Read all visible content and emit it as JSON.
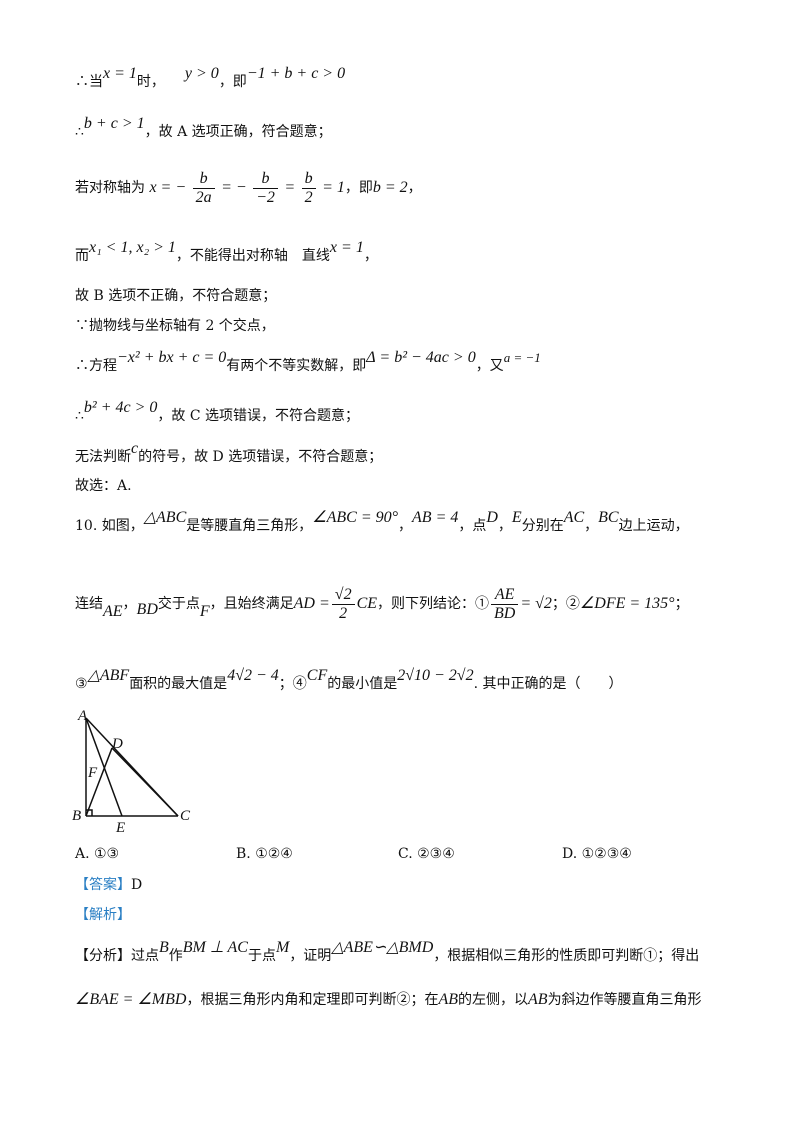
{
  "lines": {
    "l1": {
      "a": "∴当",
      "m1": "x = 1",
      "b": "时，",
      "m2": "y > 0",
      "c": "，即",
      "m3": "−1 + b + c > 0"
    },
    "l2": {
      "a": "∴",
      "m1": "b + c > 1",
      "b": "，故 A 选项正确，符合题意；"
    },
    "l3": {
      "a": "若对称轴为",
      "m1": "x = −",
      "f1n": "b",
      "f1d": "2a",
      "m2": "= −",
      "f2n": "b",
      "f2d": "−2",
      "m3": "=",
      "f3n": "b",
      "f3d": "2",
      "m4": "= 1",
      "b": "，即",
      "m5": "b = 2",
      "c": "，"
    },
    "l4": {
      "a": "而",
      "m1": "x₁ < 1, x₂ > 1",
      "b": "，不能得出对称轴　直线",
      "m2": "x = 1",
      "c": "，"
    },
    "l5": {
      "a": "故 B 选项不正确，不符合题意；"
    },
    "l6": {
      "a": "∵抛物线与坐标轴有 2 个交点，"
    },
    "l7": {
      "a": "∴方程",
      "m1": "−x² + bx + c = 0",
      "b": "有两个不等实数解，即",
      "m2": "Δ = b² − 4ac > 0",
      "c": "，又",
      "m3": "a = −1"
    },
    "l8": {
      "a": "∴",
      "m1": "b² + 4c > 0",
      "b": "，故 C 选项错误，不符合题意；"
    },
    "l9": {
      "a": "无法判断",
      "m1": "c",
      "b": "的符号，故 D 选项错误，不符合题意；"
    },
    "l10": {
      "a": "故选：A."
    }
  },
  "question": {
    "q1": {
      "a": "10. 如图，",
      "m1": "△ABC",
      "b": "是等腰直角三角形，",
      "m2": "∠ABC = 90°",
      "c": "，",
      "m3": "AB = 4",
      "d": "，点",
      "m4": "D",
      "e": "，",
      "m5": "E",
      "f": "分别在",
      "m6": "AC",
      "g": "，",
      "m7": "BC",
      "h": "边上运动，"
    },
    "q2": {
      "a": "连结",
      "m1": "AE",
      "b": "，",
      "m2": "BD",
      "c": "交于点",
      "m3": "F",
      "d": "，且始终满足",
      "m4": "AD =",
      "fn": "√2",
      "fd": "2",
      "m5": "CE",
      "e": "，则下列结论：①",
      "f2n": "AE",
      "f2d": "BD",
      "m6": "= √2",
      "f": "；②",
      "m7": "∠DFE = 135°",
      "g": "；"
    },
    "q3": {
      "a": "③",
      "m1": "△ABF",
      "b": "面积的最大值是",
      "m2": "4√2 − 4",
      "c": "；④",
      "m3": "CF",
      "d": "的最小值是",
      "m4": "2√10 − 2√2",
      "e": ". 其中正确的是（　　）"
    }
  },
  "figure": {
    "A": "A",
    "B": "B",
    "C": "C",
    "D": "D",
    "E": "E",
    "F": "F"
  },
  "choices": {
    "a": "A. ①③",
    "b": "B. ①②④",
    "c": "C. ②③④",
    "d": "D. ①②③④"
  },
  "answer": {
    "label": "【答案】",
    "value": "D"
  },
  "analysis": {
    "label": "【解析】"
  },
  "fenxi": {
    "r1": {
      "label": "【分析】",
      "a": "过点",
      "m1": "B",
      "b": "作",
      "m2": "BM ⊥ AC",
      "c": "于点",
      "m3": "M",
      "d": "，证明",
      "m4": "△ABE∽△BMD",
      "e": "，根据相似三角形的性质即可判断①；得出"
    },
    "r2": {
      "m1": "∠BAE = ∠MBD",
      "a": "，根据三角形内角和定理即可判断②；在",
      "m2": "AB",
      "b": "的左侧，以",
      "m3": "AB",
      "c": "为斜边作等腰直角三角形"
    }
  },
  "colors": {
    "bracket": "#2a7fc4",
    "text": "#111111"
  }
}
